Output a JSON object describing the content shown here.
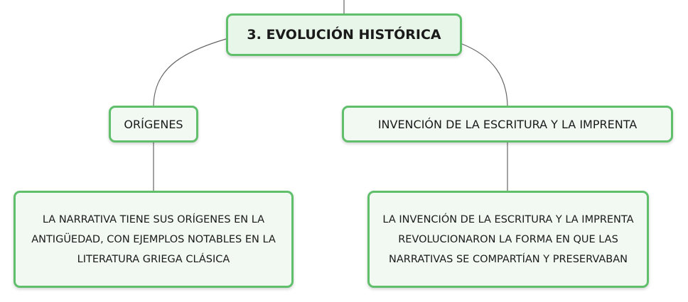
{
  "central_node": {
    "label": "3. EVOLUCIÓN HISTÓRICA"
  },
  "branches": [
    {
      "topic": "ORÍGENES",
      "detail": "LA NARRATIVA TIENE SUS ORÍGENES EN LA ANTIGÜEDAD, CON EJEMPLOS NOTABLES EN LA LITERATURA GRIEGA CLÁSICA"
    },
    {
      "topic": "INVENCIÓN DE LA ESCRITURA Y LA IMPRENTA",
      "detail": "LA INVENCIÓN DE LA ESCRITURA Y LA IMPRENTA REVOLUCIONARON LA FORMA EN QUE LAS NARRATIVAS SE COMPARTÍAN Y PRESERVABAN"
    }
  ],
  "colors": {
    "node_border": "#5fbf6b",
    "node_fill": "#f1f9f2",
    "connector": "#666666"
  }
}
